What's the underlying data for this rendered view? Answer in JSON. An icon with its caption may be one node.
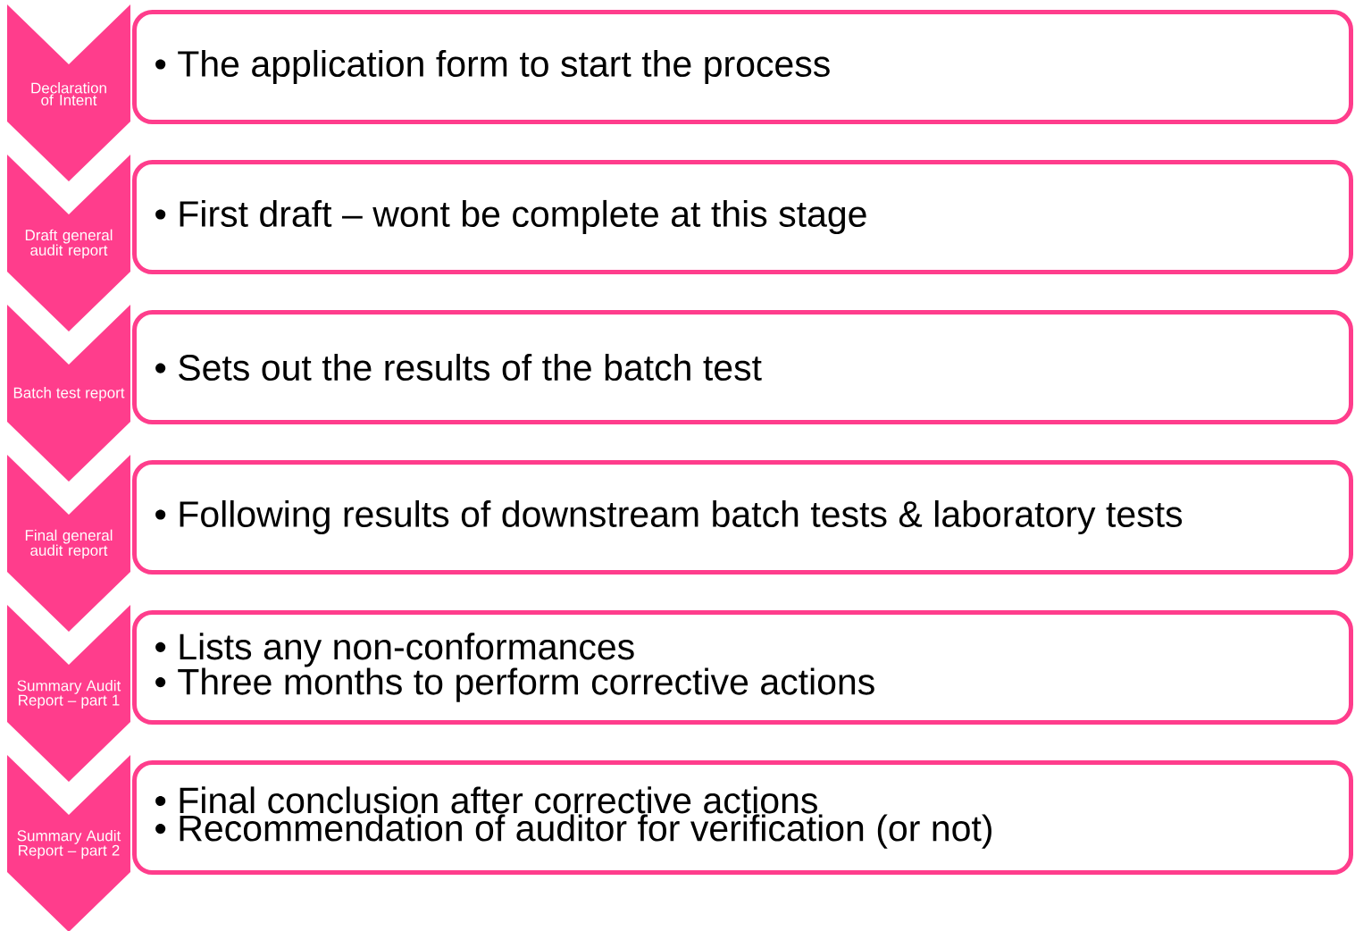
{
  "diagram": {
    "nodes": [
      {
        "text": [
          "Declaration of Intent"
        ]
      },
      {
        "text": [
          "• The application form to start the process"
        ]
      },
      {
        "text": [
          "Draft general audit report"
        ]
      },
      {
        "text": [
          "• First draft – wont be complete at this stage"
        ]
      },
      {
        "text": [
          "Batch test report"
        ]
      },
      {
        "text": [
          "• Sets out the results of the batch test"
        ]
      },
      {
        "text": [
          "Final general audit report"
        ]
      },
      {
        "text": [
          "• Following results of downstream batch tests & laboratory tests"
        ]
      },
      {
        "text": [
          "Summary Audit Report – part 1"
        ]
      },
      {
        "text": [
          "• Lists any non-conformances",
          "• Three months to perform corrective actions"
        ]
      },
      {
        "text": [
          "Summary Audit Report – part 2"
        ]
      },
      {
        "text": [
          "• Final conclusion after corrective actions",
          "• Recommendation of auditor for verification (or not)"
        ]
      }
    ]
  }
}
